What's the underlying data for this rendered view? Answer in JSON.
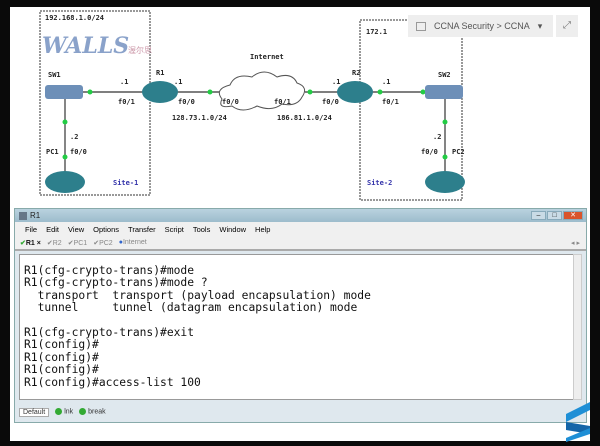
{
  "topology": {
    "subnet_left": "192.168.1.0/24",
    "subnet_right": "172.1",
    "watermark": "WALLS",
    "watermark_sub": "渥尔思",
    "cloud": "Internet",
    "devices": {
      "sw1": "SW1",
      "r1": "R1",
      "r2": "R2",
      "sw2": "SW2",
      "pc1": "PC1",
      "pc2": "PC2"
    },
    "links": {
      "sw1_r1_ip": ".1",
      "r1_f01": "f0/1",
      "r1_ip_out": ".1",
      "r1_f00": "f0/0",
      "cloud_f00": "f0/0",
      "cloud_f01": "f0/1",
      "r2_ip_in": ".1",
      "r2_f00": "f0/0",
      "r2_ip_out": ".1",
      "r2_f01": "f0/1",
      "pc1_ip": ".2",
      "pc1_f00": "f0/0",
      "pc2_ip": ".2",
      "pc2_f00": "f0/0"
    },
    "net1": "128.73.1.0/24",
    "net2": "186.81.1.0/24",
    "site1": "Site-1",
    "site2": "Site-2"
  },
  "breadcrumb": "CCNA Security > CCNA",
  "window": {
    "title": "R1",
    "menu": [
      "File",
      "Edit",
      "View",
      "Options",
      "Transfer",
      "Script",
      "Tools",
      "Window",
      "Help"
    ],
    "tabs": [
      "R1",
      "R2",
      "PC1",
      "PC2",
      "Internet"
    ],
    "terminal": [
      "",
      "R1(cfg-crypto-trans)#mode",
      "R1(cfg-crypto-trans)#mode ?",
      "  transport  transport (payload encapsulation) mode",
      "  tunnel     tunnel (datagram encapsulation) mode",
      "",
      "R1(cfg-crypto-trans)#exit",
      "R1(config)#",
      "R1(config)#",
      "R1(config)#",
      "R1(config)#access-list 100"
    ],
    "status": {
      "session": "Default",
      "lnk": "lnk",
      "break": "break"
    }
  },
  "colors": {
    "link_dot": "#22cc44",
    "device": "#2d7f8c",
    "site": "#3333aa"
  }
}
